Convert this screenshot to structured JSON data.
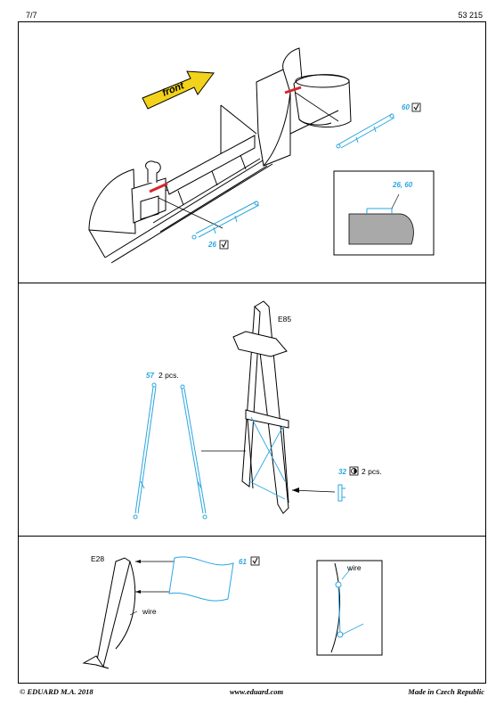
{
  "header": {
    "page": "7/7",
    "doc_number": "53 215"
  },
  "footer": {
    "copyright": "© EDUARD  M.A. 2018",
    "website": "www.eduard.com",
    "origin": "Made in Czech Republic"
  },
  "section1": {
    "arrow_label": "front",
    "part_a": "60",
    "part_b": "26",
    "detail_label": "26, 60"
  },
  "section2": {
    "part_e85": "E85",
    "part_57": "57",
    "qty_57": "2 pcs.",
    "part_32": "32",
    "qty_32": "2 pcs."
  },
  "section3": {
    "part_e28": "E28",
    "part_61": "61",
    "wire_label": "wire",
    "detail_wire_label": "wire"
  },
  "colors": {
    "photo_etch": "#2aa6e0",
    "arrow": "#f2d21a",
    "highlight": "#d6262b",
    "gray_part": "#a9a9a9"
  }
}
